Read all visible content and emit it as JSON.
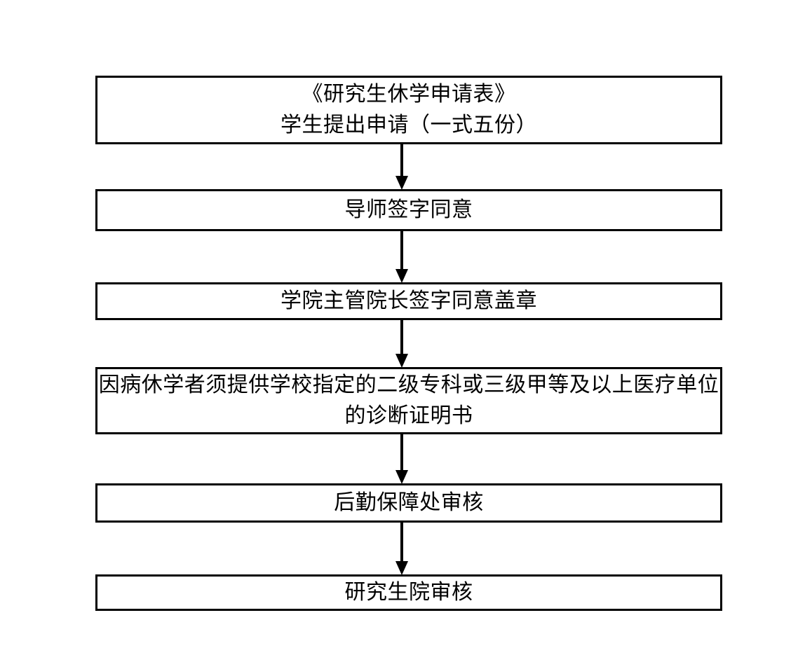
{
  "diagram": {
    "type": "flowchart",
    "orientation": "vertical",
    "title": "",
    "colors": {
      "background": "#ffffff",
      "border": "#000000",
      "text": "#000000",
      "arrow": "#000000"
    },
    "nodes": [
      {
        "id": "node-1",
        "label": "《研究生休学申请表》\n学生提出申请（一式五份）",
        "lines": [
          "《研究生休学申请表》",
          "学生提出申请（一式五份）"
        ]
      },
      {
        "id": "node-2",
        "label": "导师签字同意",
        "lines": [
          "导师签字同意"
        ]
      },
      {
        "id": "node-3",
        "label": "学院主管院长签字同意盖章",
        "lines": [
          "学院主管院长签字同意盖章"
        ]
      },
      {
        "id": "node-4",
        "label": "因病休学者须提供学校指定的二级专科或三级甲等及以上医疗单位的诊断证明书",
        "lines": [
          "因病休学者须提供学校指定的二级专科或三级甲等及以上医疗",
          "单位的诊断证明书"
        ]
      },
      {
        "id": "node-5",
        "label": "后勤保障处审核",
        "lines": [
          "后勤保障处审核"
        ]
      },
      {
        "id": "node-6",
        "label": "研究生院审核",
        "lines": [
          "研究生院审核"
        ]
      }
    ],
    "connectors": [
      {
        "id": "arrow-1",
        "from": "node-1",
        "to": "node-2",
        "glyph": "down-arrow"
      },
      {
        "id": "arrow-2",
        "from": "node-2",
        "to": "node-3",
        "glyph": "down-arrow"
      },
      {
        "id": "arrow-3",
        "from": "node-3",
        "to": "node-4",
        "glyph": "down-arrow"
      },
      {
        "id": "arrow-4",
        "from": "node-4",
        "to": "node-5",
        "glyph": "down-arrow"
      },
      {
        "id": "arrow-5",
        "from": "node-5",
        "to": "node-6",
        "glyph": "down-arrow"
      }
    ]
  }
}
